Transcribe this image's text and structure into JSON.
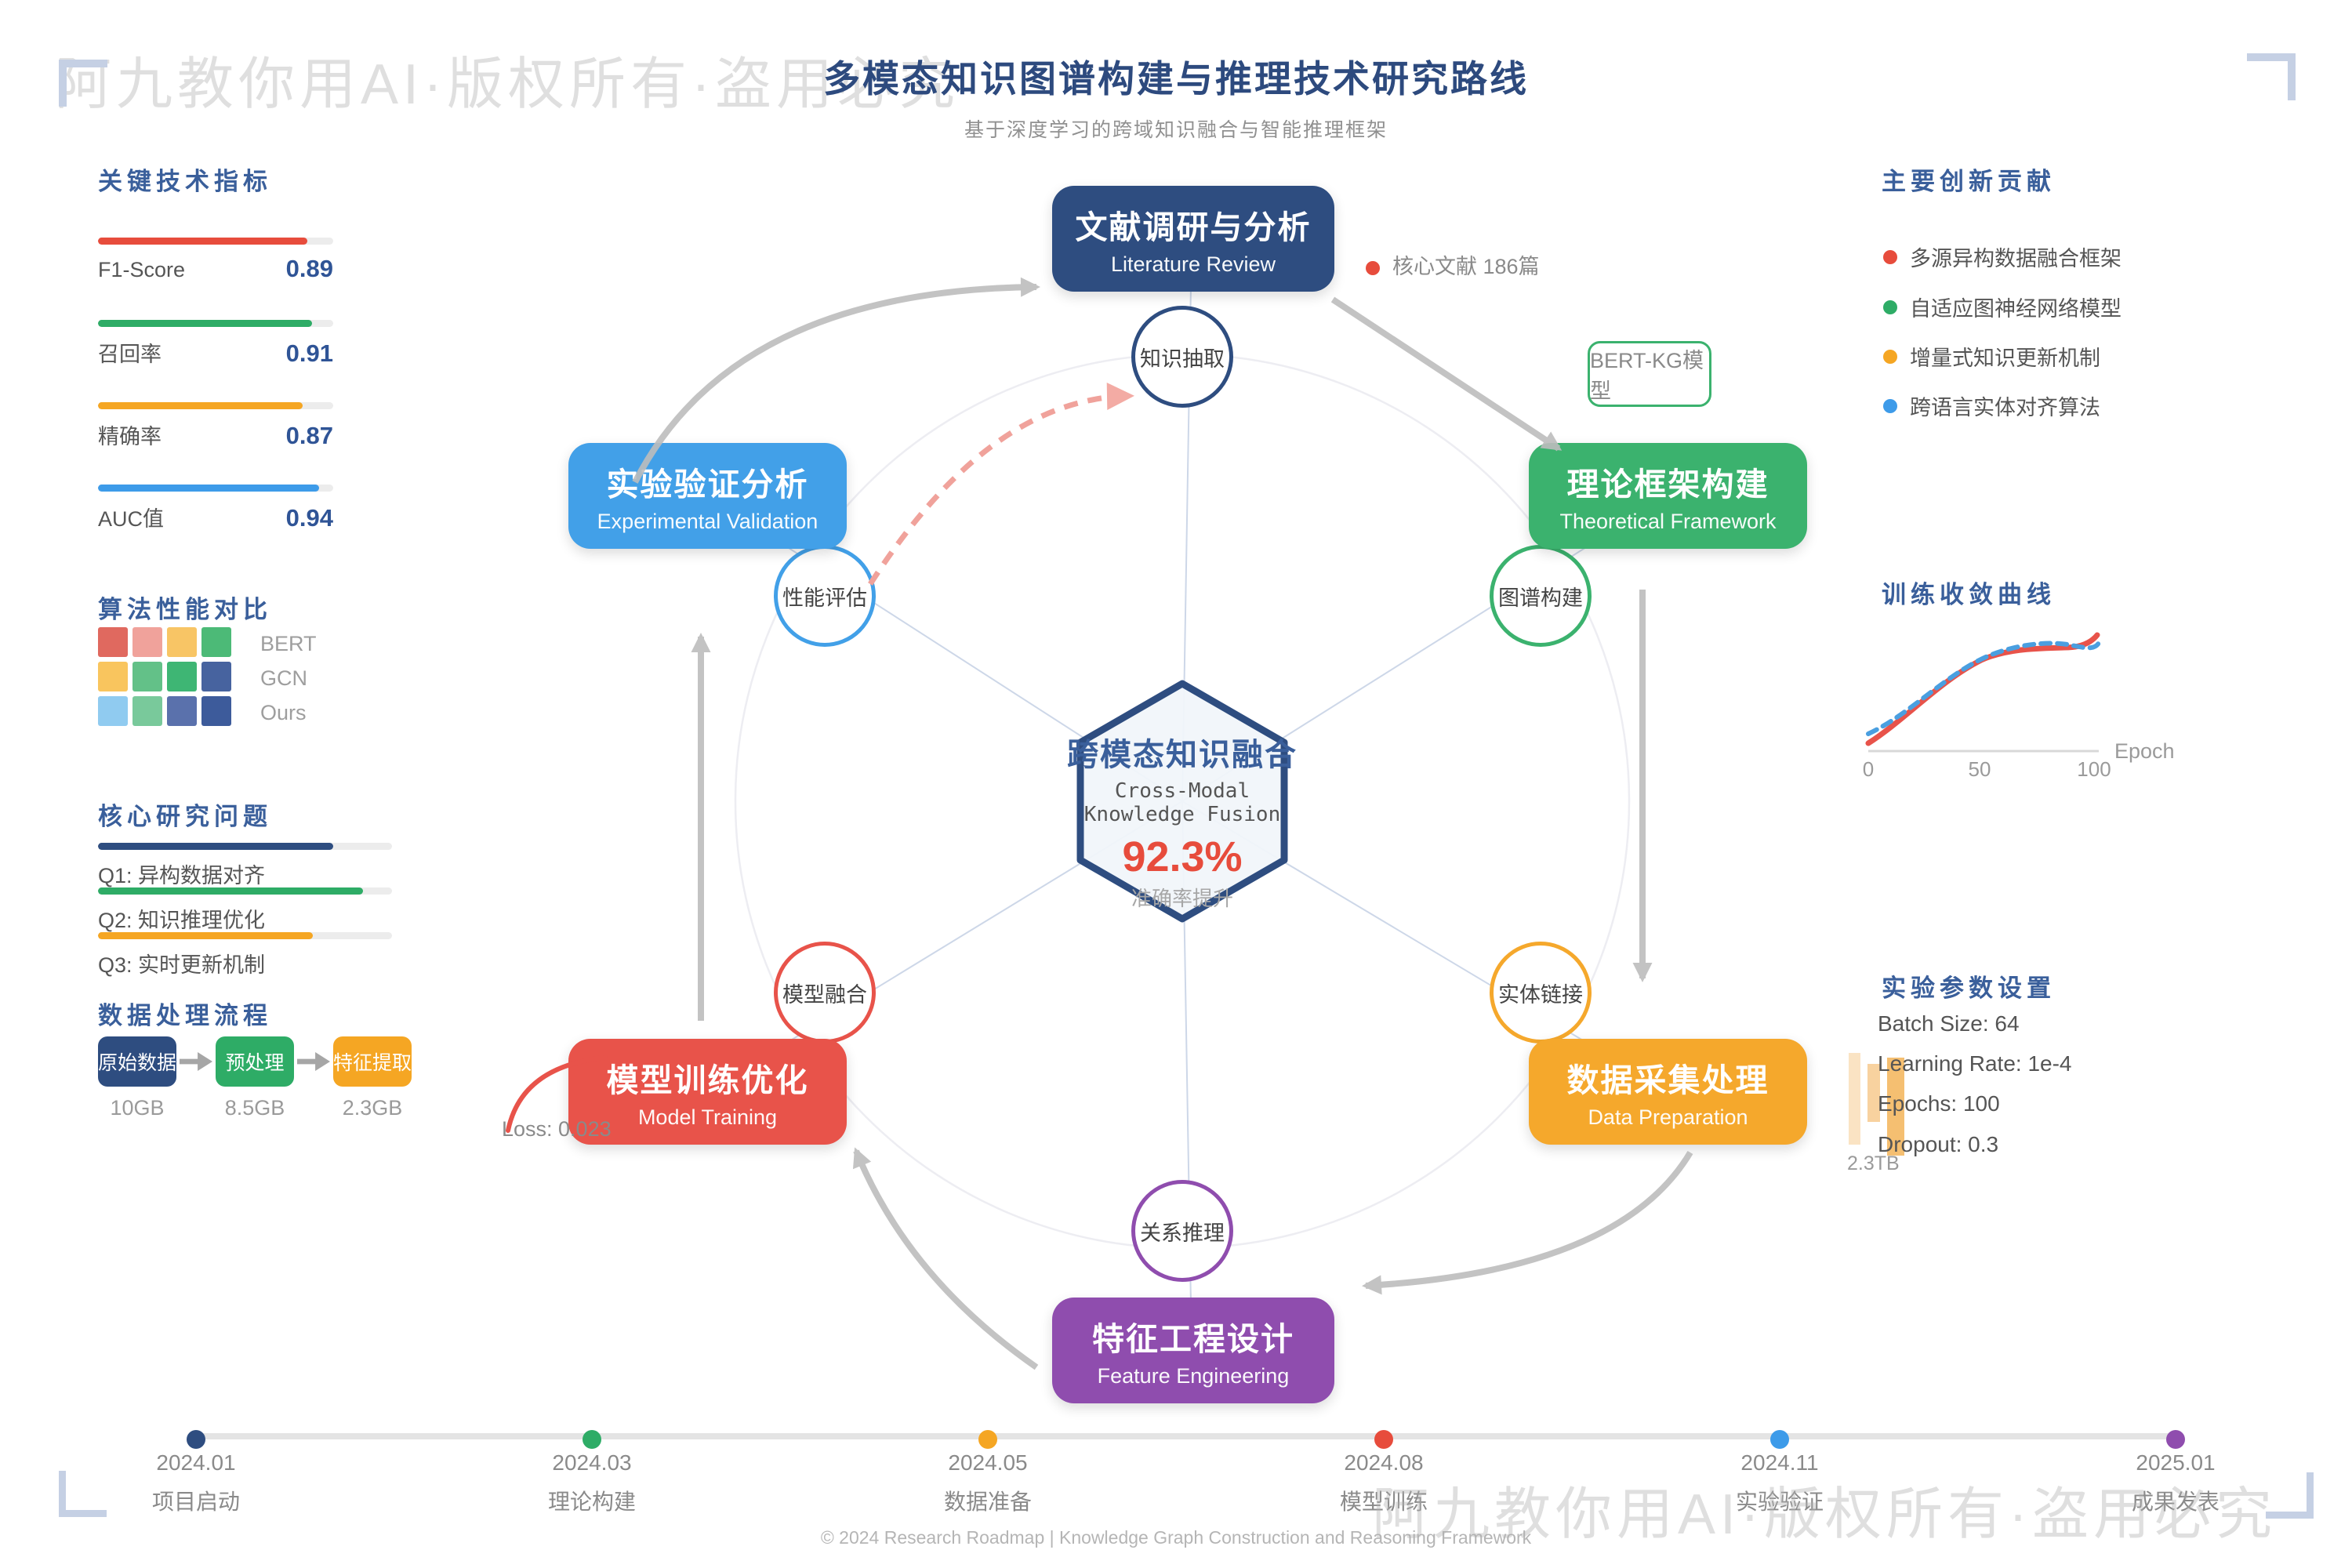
{
  "watermark": {
    "text": "阿九教你用AI·版权所有·盗用必究"
  },
  "header": {
    "title": "多模态知识图谱构建与推理技术研究路线",
    "subtitle": "基于深度学习的跨域知识融合与智能推理框架"
  },
  "left_panel": {
    "metrics": {
      "heading": "关键技术指标",
      "items": [
        {
          "label": "F1-Score",
          "value": "0.89",
          "width": "89%",
          "color": "#e74c3c"
        },
        {
          "label": "召回率",
          "value": "0.91",
          "width": "91%",
          "color": "#2eac66"
        },
        {
          "label": "精确率",
          "value": "0.87",
          "width": "87%",
          "color": "#f5a623"
        },
        {
          "label": "AUC值",
          "value": "0.94",
          "width": "94%",
          "color": "#3d9be9"
        }
      ]
    },
    "algorithms": {
      "heading": "算法性能对比",
      "rows": [
        {
          "label": "BERT",
          "colors": [
            "#e0695f",
            "#f0a29b",
            "#f8c565",
            "#4cba77"
          ]
        },
        {
          "label": "GCN",
          "colors": [
            "#f9c55e",
            "#63c188",
            "#3eb674",
            "#47639f"
          ]
        },
        {
          "label": "Ours",
          "colors": [
            "#90cbf0",
            "#79c99b",
            "#5a71ac",
            "#3d5b9b"
          ]
        }
      ]
    },
    "questions": {
      "heading": "核心研究问题",
      "items": [
        {
          "label": "Q1: 异构数据对齐",
          "width": "80%",
          "color": "#2e4d80"
        },
        {
          "label": "Q2: 知识推理优化",
          "width": "90%",
          "color": "#2eac66"
        },
        {
          "label": "Q3: 实时更新机制",
          "width": "73%",
          "color": "#f5a623"
        }
      ]
    },
    "pipeline": {
      "heading": "数据处理流程",
      "stages": [
        {
          "label": "原始数据",
          "size": "10GB",
          "color": "#2e4d80"
        },
        {
          "label": "预处理",
          "size": "8.5GB",
          "color": "#2eac66"
        },
        {
          "label": "特征提取",
          "size": "2.3GB",
          "color": "#f5a623"
        }
      ]
    }
  },
  "diagram": {
    "center": {
      "title": "跨模态知识融合",
      "en_line1": "Cross-Modal",
      "en_line2": "Knowledge Fusion",
      "value": "92.3%",
      "caption": "准确率提升"
    },
    "nodes": [
      {
        "zh": "文献调研与分析",
        "en": "Literature Review",
        "color": "#2e4d80",
        "circle": "知识抽取"
      },
      {
        "zh": "理论框架构建",
        "en": "Theoretical Framework",
        "color": "#3bb26e",
        "circle": "图谱构建"
      },
      {
        "zh": "数据采集处理",
        "en": "Data Preparation",
        "color": "#f5a82c",
        "circle": "实体链接"
      },
      {
        "zh": "特征工程设计",
        "en": "Feature Engineering",
        "color": "#8f4dae",
        "circle": "关系推理"
      },
      {
        "zh": "模型训练优化",
        "en": "Model Training",
        "color": "#e8534a",
        "circle": "模型融合"
      },
      {
        "zh": "实验验证分析",
        "en": "Experimental Validation",
        "color": "#42a0e8",
        "circle": "性能评估"
      }
    ],
    "annotations": {
      "literature_stat": "核心文献 186篇",
      "model_badge": "BERT-KG模型",
      "loss": "Loss: 0.023",
      "data_volume": "2.3TB"
    }
  },
  "right_panel": {
    "contributions": {
      "heading": "主要创新贡献",
      "items": [
        {
          "label": "多源异构数据融合框架",
          "color": "#e74c3c"
        },
        {
          "label": "自适应图神经网络模型",
          "color": "#2eac66"
        },
        {
          "label": "增量式知识更新机制",
          "color": "#f5a623"
        },
        {
          "label": "跨语言实体对齐算法",
          "color": "#3d9be9"
        }
      ]
    },
    "curve": {
      "heading": "训练收敛曲线",
      "x_label": "Epoch",
      "x_ticks": [
        "0",
        "50",
        "100"
      ]
    },
    "params": {
      "heading": "实验参数设置",
      "items": [
        {
          "label": "Batch Size: 64"
        },
        {
          "label": "Learning Rate: 1e-4"
        },
        {
          "label": "Epochs: 100"
        },
        {
          "label": "Dropout: 0.3"
        }
      ]
    }
  },
  "timeline": {
    "milestones": [
      {
        "date": "2024.01",
        "label": "项目启动",
        "color": "#2e4d80"
      },
      {
        "date": "2024.03",
        "label": "理论构建",
        "color": "#2eac66"
      },
      {
        "date": "2024.05",
        "label": "数据准备",
        "color": "#f5a623"
      },
      {
        "date": "2024.08",
        "label": "模型训练",
        "color": "#e74c3c"
      },
      {
        "date": "2024.11",
        "label": "实验验证",
        "color": "#3d9be9"
      },
      {
        "date": "2025.01",
        "label": "成果发表",
        "color": "#8f4dae"
      }
    ]
  },
  "footer": {
    "copyright": "© 2024 Research Roadmap | Knowledge Graph Construction and Reasoning Framework"
  }
}
